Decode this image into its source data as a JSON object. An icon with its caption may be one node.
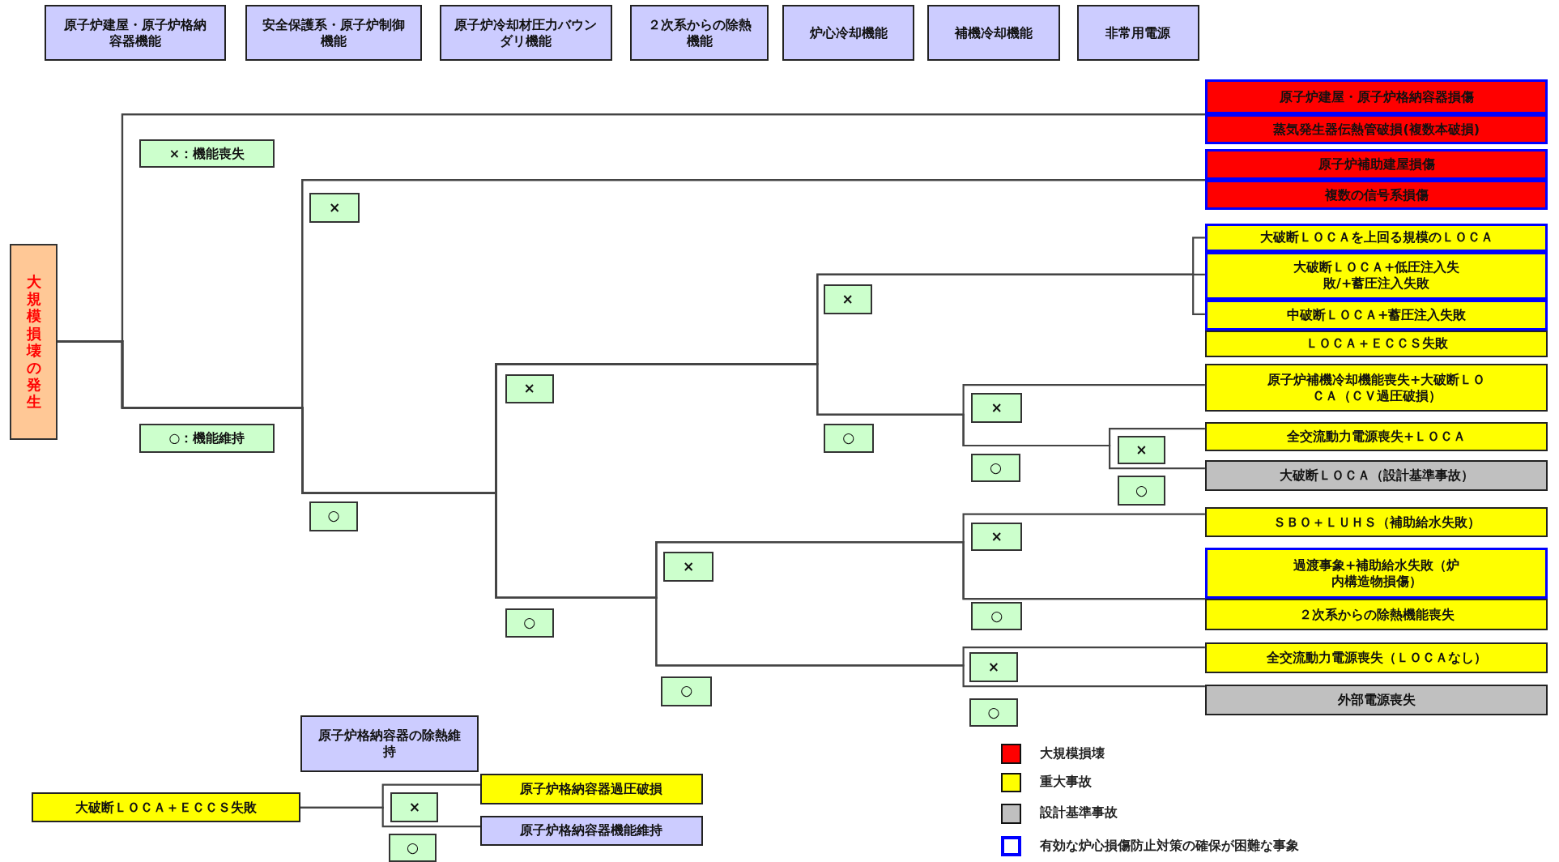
{
  "diagram": {
    "nodes": [
      {
        "text": [
          "原子炉建屋・原子炉格納容器機能"
        ]
      },
      {
        "text": [
          "安全保護系・原子炉制御機能"
        ]
      },
      {
        "text": [
          "原子炉冷却材圧力バウンダリ機能"
        ]
      },
      {
        "text": [
          "２次系からの除熱機能"
        ]
      },
      {
        "text": [
          "炉心冷却機能"
        ]
      },
      {
        "text": [
          "補機冷却機能"
        ]
      },
      {
        "text": [
          "非常用電源"
        ]
      },
      {
        "text": [
          "大規模損壊の発生"
        ]
      },
      {
        "text": [
          "×：機能喪失"
        ]
      },
      {
        "text": [
          "○：機能維持"
        ]
      },
      {
        "text": [
          "×"
        ]
      },
      {
        "text": [
          "×"
        ]
      },
      {
        "text": [
          "×"
        ]
      },
      {
        "text": [
          "×"
        ]
      },
      {
        "text": [
          "○"
        ]
      },
      {
        "text": [
          "×"
        ]
      },
      {
        "text": [
          "○"
        ]
      },
      {
        "text": [
          "○"
        ]
      },
      {
        "text": [
          "○"
        ]
      },
      {
        "text": [
          "×"
        ]
      },
      {
        "text": [
          "×"
        ]
      },
      {
        "text": [
          "○"
        ]
      },
      {
        "text": [
          "○"
        ]
      },
      {
        "text": [
          "×"
        ]
      },
      {
        "text": [
          "○"
        ]
      },
      {
        "text": [
          "○"
        ]
      },
      {
        "text": [
          "原子炉建屋・原子炉格納容器損傷"
        ]
      },
      {
        "text": [
          "蒸気発生器伝熱管破損(複数本破損)"
        ]
      },
      {
        "text": [
          "原子炉補助建屋損傷"
        ]
      },
      {
        "text": [
          "複数の信号系損傷"
        ]
      },
      {
        "text": [
          "大破断ＬＯＣＡを上回る規模のＬＯＣＡ"
        ]
      },
      {
        "text": [
          "大破断ＬＯＣＡ+低圧注入失敗/+蓄圧注入失敗"
        ]
      },
      {
        "text": [
          "中破断ＬＯＣＡ+蓄圧注入失敗"
        ]
      },
      {
        "text": [
          "ＬＯＣＡ＋ＥＣＣＳ失敗"
        ]
      },
      {
        "text": [
          "原子炉補機冷却機能喪失+大破断ＬＯＣＡ（ＣＶ過圧破損）"
        ]
      },
      {
        "text": [
          "全交流動力電源喪失+ＬＯＣＡ"
        ]
      },
      {
        "text": [
          "大破断ＬＯＣＡ（設計基準事故）"
        ]
      },
      {
        "text": [
          "ＳＢＯ＋ＬＵＨＳ（補助給水失敗）"
        ]
      },
      {
        "text": [
          "過渡事象+補助給水失敗（炉内構造物損傷）"
        ]
      },
      {
        "text": [
          "２次系からの除熱機能喪失"
        ]
      },
      {
        "text": [
          "全交流動力電源喪失（ＬＯＣＡなし）"
        ]
      },
      {
        "text": [
          "外部電源喪失"
        ]
      },
      {
        "text": [
          "原子炉格納容器の除熱維持"
        ]
      },
      {
        "text": [
          "大破断ＬＯＣＡ＋ＥＣＣＳ失敗"
        ]
      },
      {
        "text": [
          "×"
        ]
      },
      {
        "text": [
          "○"
        ]
      },
      {
        "text": [
          "原子炉格納容器過圧破損"
        ]
      },
      {
        "text": [
          "原子炉格納容器機能維持"
        ]
      }
    ],
    "edges": [
      {
        "from": 7,
        "to": 26,
        "arrow": "none"
      },
      {
        "from": 7,
        "to": 27,
        "arrow": "none"
      },
      {
        "from": 7,
        "to": 28,
        "arrow": "none"
      },
      {
        "from": 7,
        "to": 29,
        "arrow": "none"
      },
      {
        "from": 7,
        "to": 30,
        "arrow": "none"
      },
      {
        "from": 7,
        "to": 31,
        "arrow": "none"
      },
      {
        "from": 7,
        "to": 32,
        "arrow": "none"
      },
      {
        "from": 7,
        "to": 34,
        "arrow": "none"
      },
      {
        "from": 7,
        "to": 35,
        "arrow": "none"
      },
      {
        "from": 7,
        "to": 36,
        "arrow": "none"
      },
      {
        "from": 7,
        "to": 37,
        "arrow": "none"
      },
      {
        "from": 7,
        "to": 38,
        "arrow": "none"
      },
      {
        "from": 7,
        "to": 39,
        "arrow": "none"
      },
      {
        "from": 7,
        "to": 40,
        "arrow": "none"
      },
      {
        "from": 7,
        "to": 41,
        "arrow": "none"
      },
      {
        "from": 43,
        "to": 46,
        "arrow": "none"
      },
      {
        "from": 43,
        "to": 47,
        "arrow": "none"
      }
    ],
    "legend": [
      {
        "text": "大規模損壊",
        "color": "#ff0000"
      },
      {
        "text": "重大事故",
        "color": "#ffff00"
      },
      {
        "text": "設計基準事故",
        "color": "#c0c0c0"
      },
      {
        "text": "有効な炉心損傷防止対策の確保が困難な事象"
      }
    ]
  }
}
